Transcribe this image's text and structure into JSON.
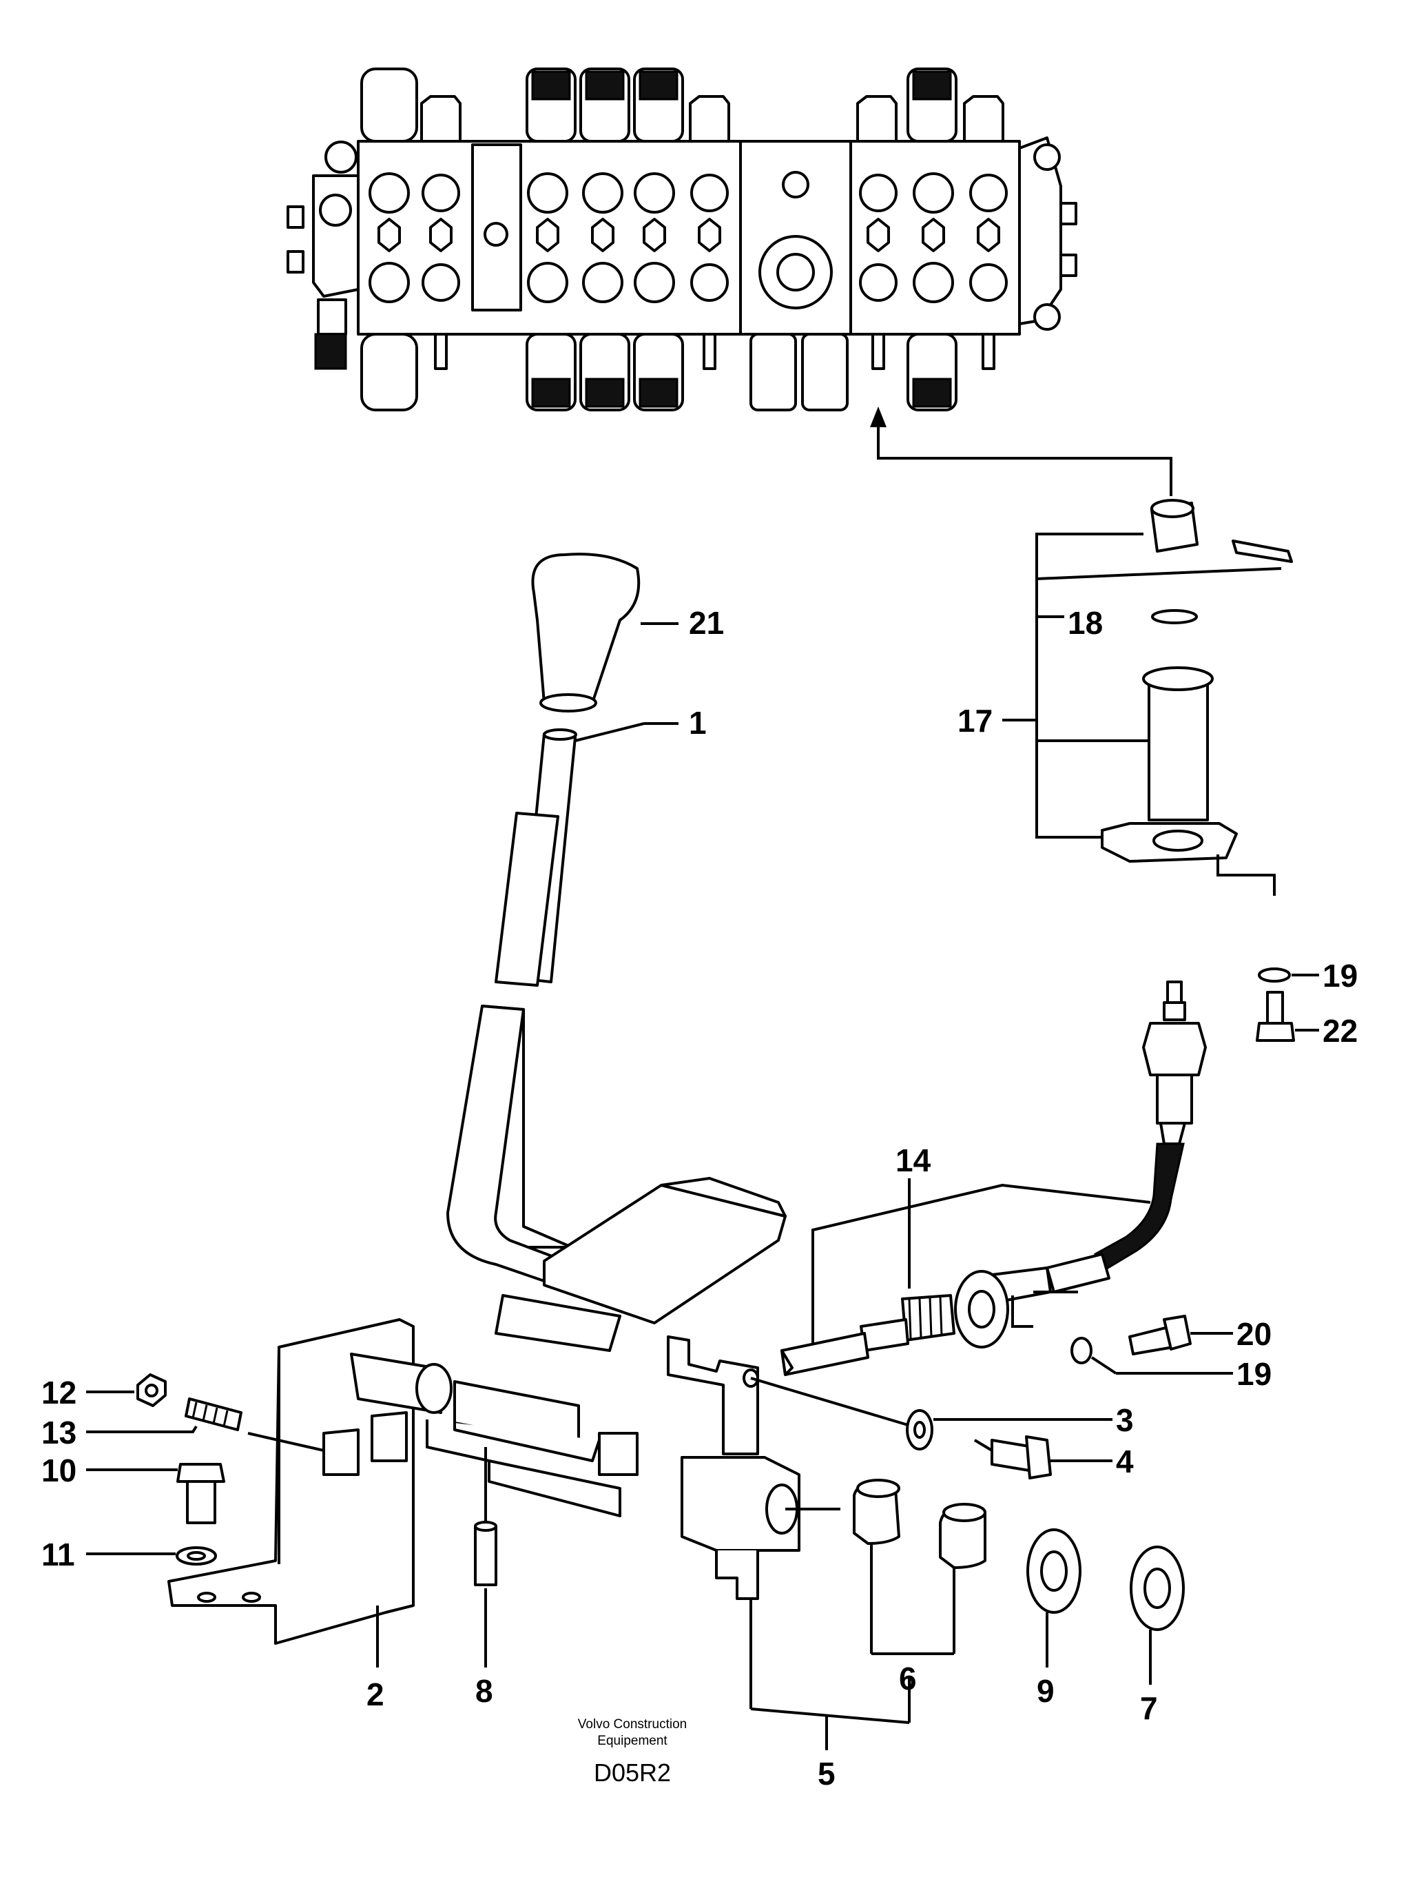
{
  "diagram": {
    "labels": {
      "p1": "1",
      "p2": "2",
      "p3": "3",
      "p4": "4",
      "p5": "5",
      "p6": "6",
      "p7": "7",
      "p8": "8",
      "p9": "9",
      "p10": "10",
      "p11": "11",
      "p12": "12",
      "p13": "13",
      "p14": "14",
      "p17": "17",
      "p18": "18",
      "p19a": "19",
      "p19b": "19",
      "p20": "20",
      "p21": "21",
      "p22": "22"
    },
    "caption_line1": "Volvo Construction",
    "caption_line2": "Equipement",
    "code": "D05R2"
  }
}
